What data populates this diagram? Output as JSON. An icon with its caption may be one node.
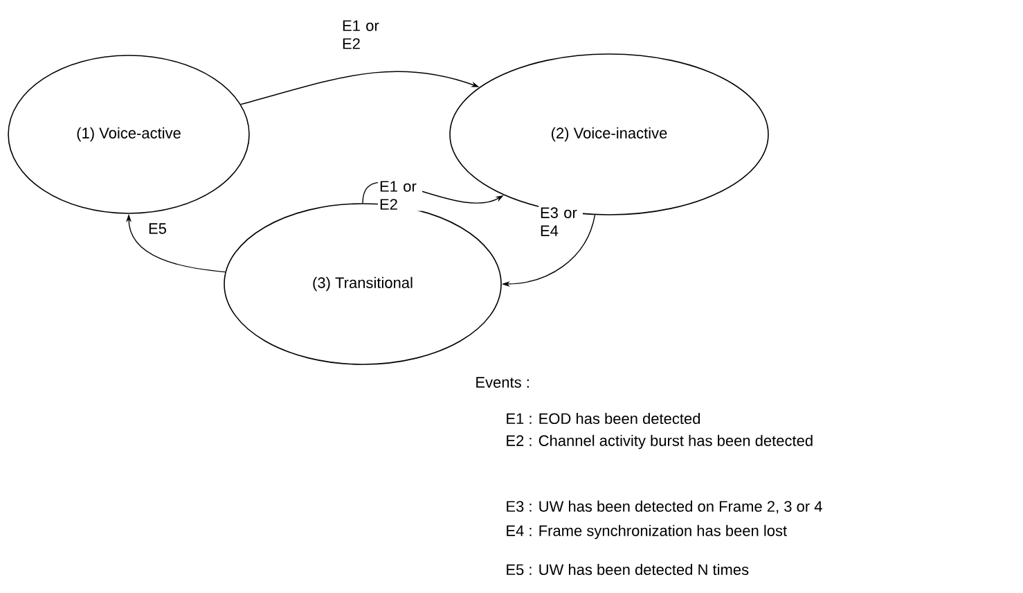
{
  "diagram": {
    "nodes": [
      {
        "text": [
          "(1) Voice-active"
        ]
      },
      {
        "text": [
          "(2) Voice-inactive"
        ]
      },
      {
        "text": [
          "(3) Transitional"
        ]
      }
    ],
    "edges": [
      {
        "from": 0,
        "to": 1,
        "arrow": "to",
        "label": "E1 or E2"
      },
      {
        "from": 2,
        "to": 1,
        "arrow": "to",
        "label": "E1 or E2"
      },
      {
        "from": 1,
        "to": 2,
        "arrow": "to",
        "label": "E3 or E4"
      },
      {
        "from": 2,
        "to": 0,
        "arrow": "to",
        "label": "E5"
      }
    ],
    "labels": [
      "Events :",
      "E1 : EOD has been detected",
      "E2 : Channel activity burst has been detected",
      "E3 : UW has been detected on Frame 2, 3 or 4",
      "E4 : Frame synchronization has been lost",
      "E5 : UW has been detected N times"
    ]
  }
}
